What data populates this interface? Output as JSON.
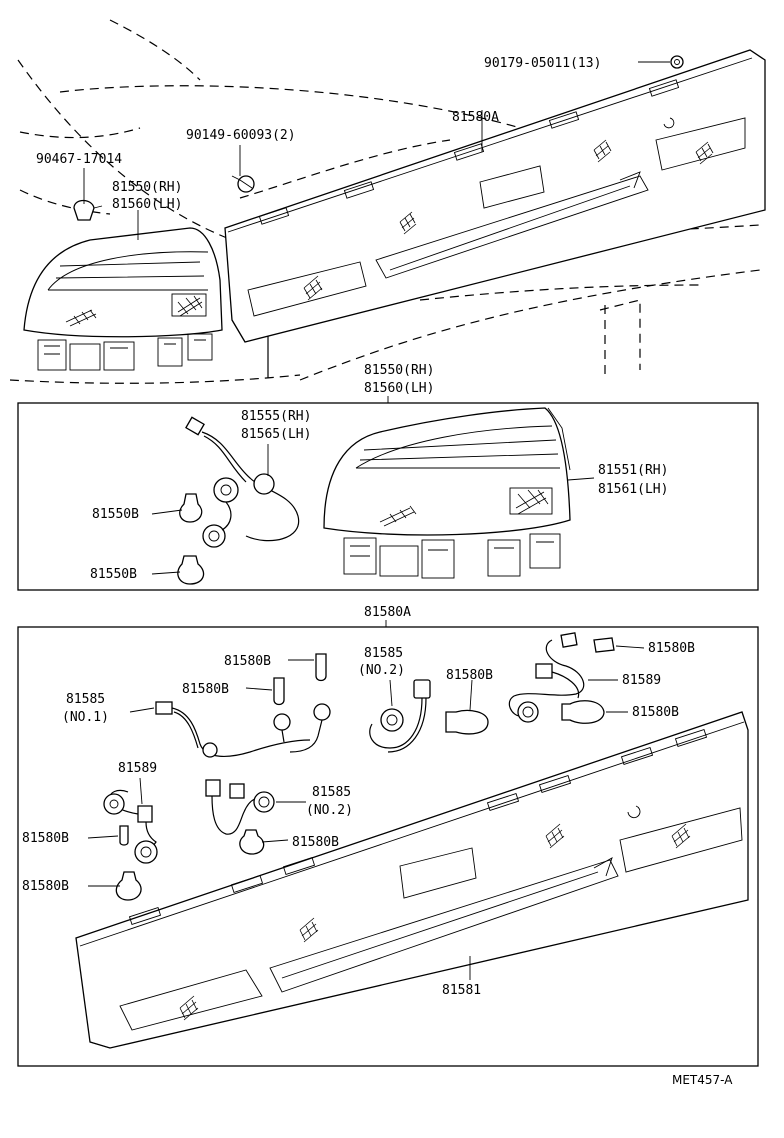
{
  "labels": {
    "l_90179": "90179-05011(13)",
    "l_81580A_top": "81580A",
    "l_90149": "90149-60093(2)",
    "l_90467": "90467-17014",
    "l_81550_rh_top": "81550(RH)",
    "l_81560_lh_top": "81560(LH)",
    "l_81550_rh_mid": "81550(RH)",
    "l_81560_lh_mid": "81560(LH)",
    "l_81555_rh": "81555(RH)",
    "l_81565_lh": "81565(LH)",
    "l_81551_rh": "81551(RH)",
    "l_81561_lh": "81561(LH)",
    "l_81550B_1": "81550B",
    "l_81550B_2": "81550B",
    "l_81580A_box": "81580A",
    "l_81580B_a": "81580B",
    "l_81580B_b": "81580B",
    "l_81585_no1": "81585",
    "l_no1": "(NO.1)",
    "l_81585_no2a": "81585",
    "l_no2a": "(NO.2)",
    "l_81580B_c": "81580B",
    "l_81580B_top_right": "81580B",
    "l_81589_right": "81589",
    "l_81580B_right2": "81580B",
    "l_81589_left": "81589",
    "l_81585_no2b": "81585",
    "l_no2b": "(NO.2)",
    "l_81580B_left1": "81580B",
    "l_81580B_mid": "81580B",
    "l_81580B_left2": "81580B",
    "l_81581": "81581",
    "l_code": "MET457-A"
  }
}
